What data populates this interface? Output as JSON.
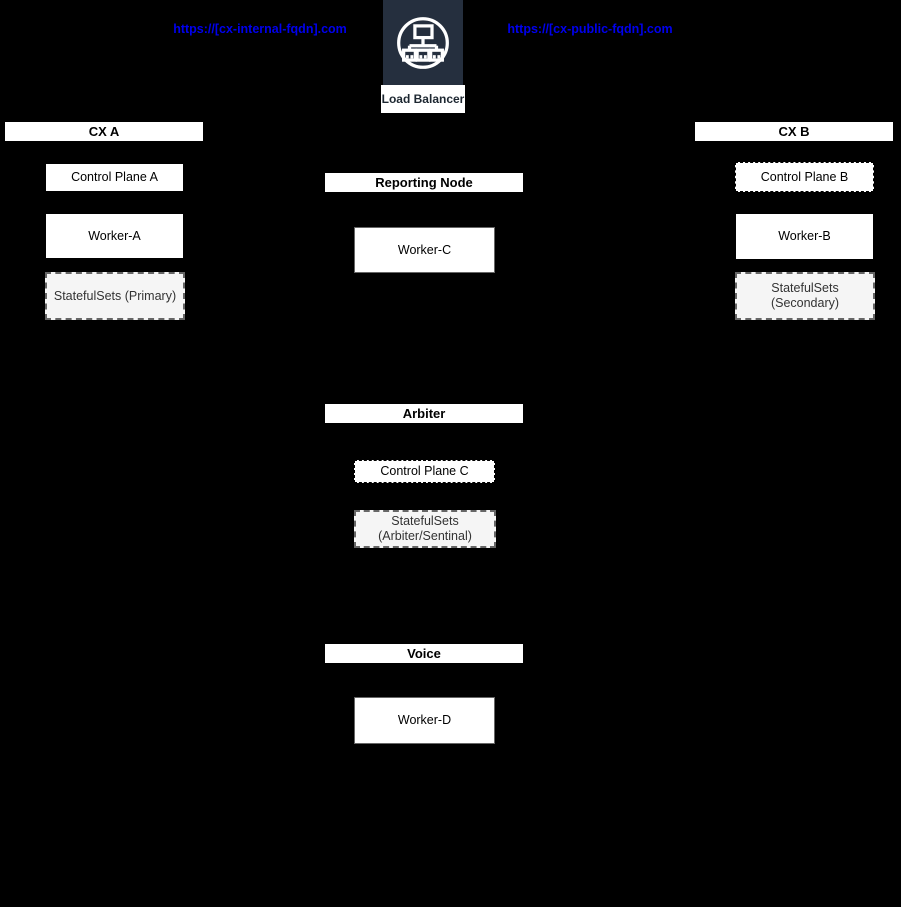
{
  "load_balancer": {
    "label": "Load Balancer",
    "icon": "load-balancer-icon",
    "icon_bg_color": "#252F3E",
    "label_color": "#1d2731"
  },
  "links": {
    "internal_url": "https://[cx-internal-fqdn].com",
    "public_url": "https://[cx-public-fqdn].com",
    "link_color": "#0000EE"
  },
  "colors": {
    "background": "#000000",
    "node_fill": "#FFFFFF",
    "statefulset_fill": "#F5F5F5",
    "dashed_border": "#666666",
    "solid_border": "#000000"
  },
  "groups": {
    "cx_a": {
      "title": "CX A",
      "nodes": {
        "control_plane": {
          "label": "Control Plane A"
        },
        "worker": {
          "label": "Worker-A"
        },
        "statefulsets": {
          "label": "StatefulSets (Primary)"
        }
      }
    },
    "reporting": {
      "title": "Reporting Node",
      "nodes": {
        "worker": {
          "label": "Worker-C"
        }
      }
    },
    "cx_b": {
      "title": "CX B",
      "nodes": {
        "control_plane": {
          "label": "Control Plane B"
        },
        "worker": {
          "label": "Worker-B"
        },
        "statefulsets": {
          "label": "StatefulSets (Secondary)"
        }
      }
    },
    "arbiter": {
      "title": "Arbiter",
      "nodes": {
        "control_plane": {
          "label": "Control Plane C"
        },
        "statefulsets": {
          "label": "StatefulSets (Arbiter/Sentinal)"
        }
      }
    },
    "voice": {
      "title": "Voice",
      "nodes": {
        "worker": {
          "label": "Worker-D"
        }
      }
    }
  }
}
